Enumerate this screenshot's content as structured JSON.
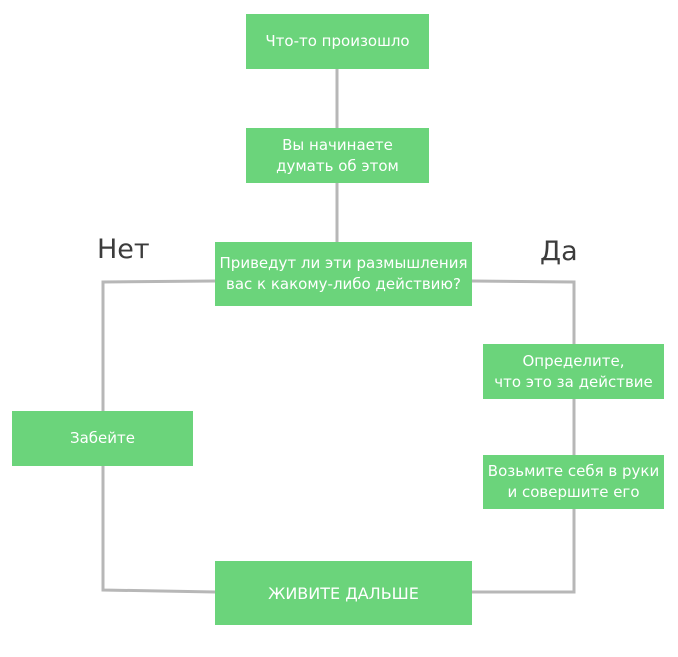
{
  "diagram": {
    "nodes": {
      "start": "Что-то произошло",
      "think": "Вы начинаете\nдумать об этом",
      "question": "Приведут ли эти размышления\nвас к какому-либо действию?",
      "forget": "Забейте",
      "define": "Определите,\nчто это за действие",
      "act": "Возьмите себя в руки\nи совершите его",
      "end": "ЖИВИТЕ ДАЛЬШЕ"
    },
    "labels": {
      "no": "Нет",
      "yes": "Да"
    },
    "colors": {
      "node_fill": "#6bd47b",
      "node_text": "#ffffff",
      "connector": "#b7b7b7",
      "label_text": "#3c3c3c"
    }
  }
}
